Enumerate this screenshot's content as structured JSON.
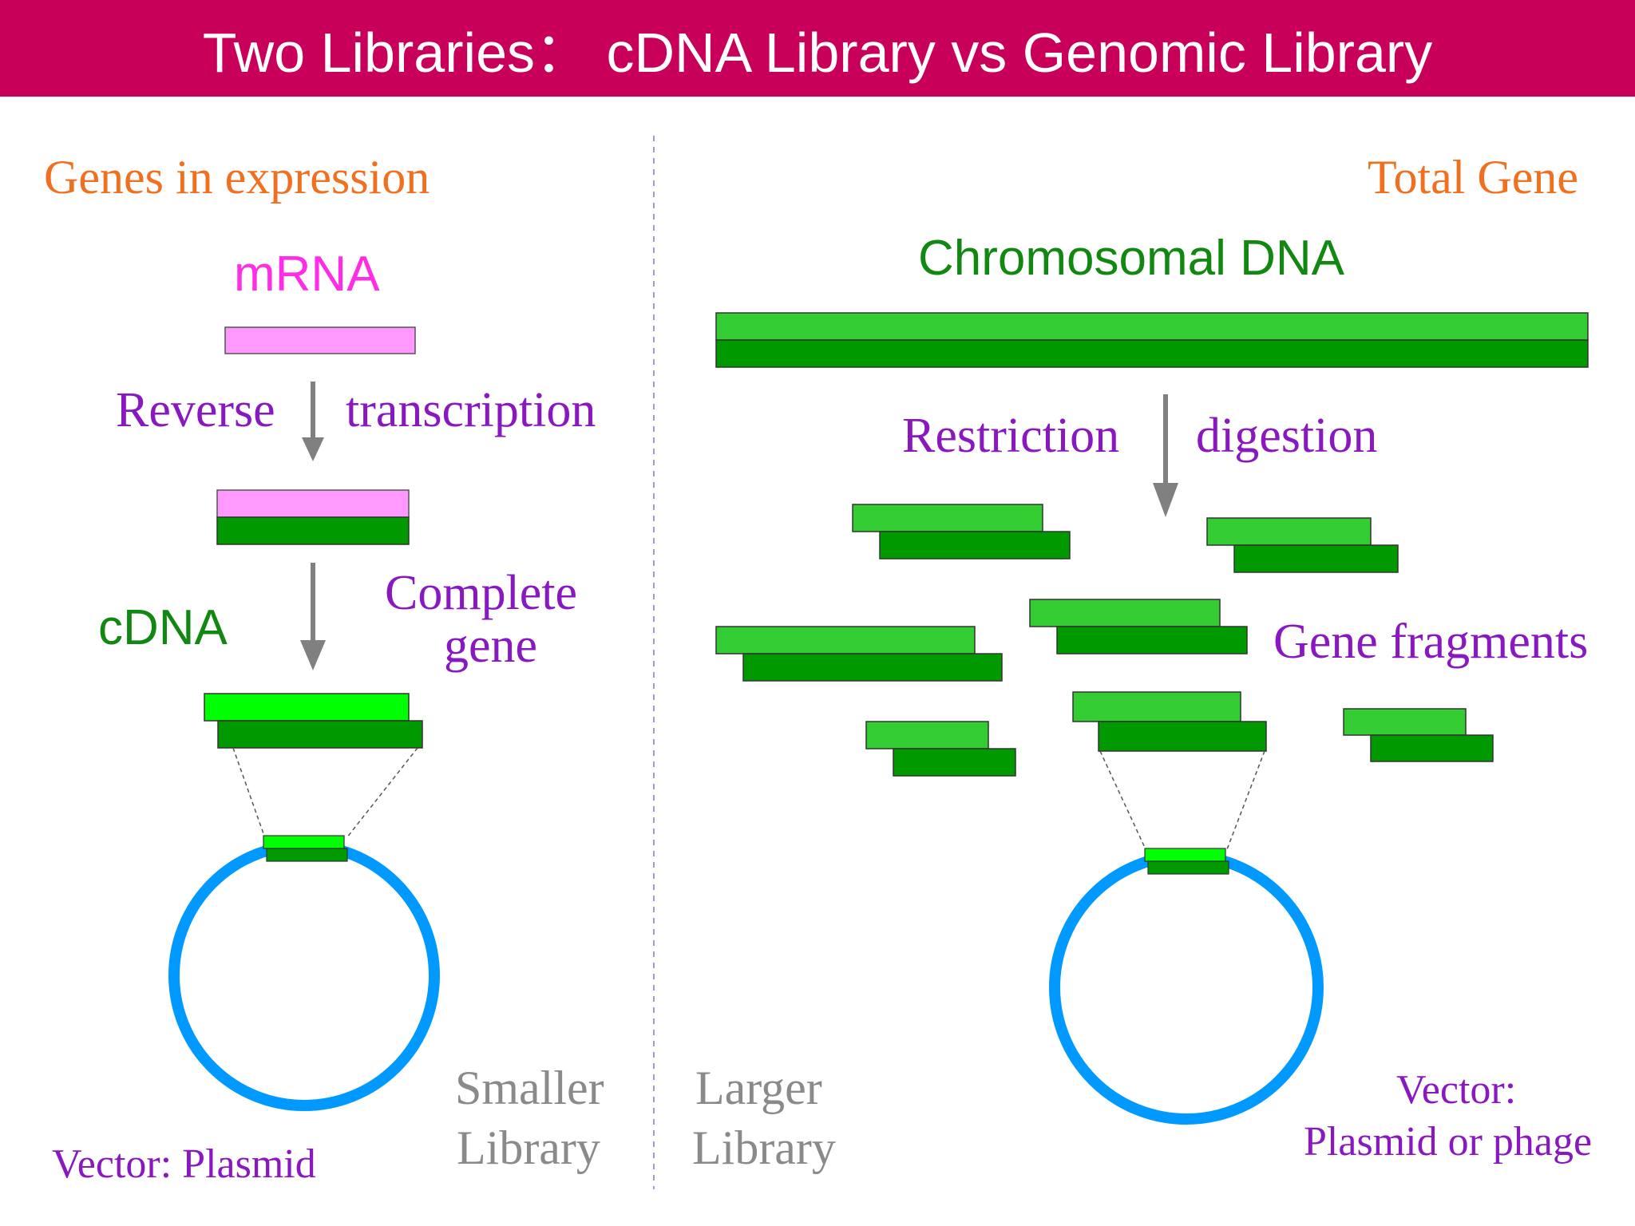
{
  "title": "Two Libraries： cDNA Library vs Genomic Library",
  "colors": {
    "title_bar": "#c8005a",
    "heading": "#f07020",
    "process_label": "#8a18c0",
    "mrna": "#ff2ee6",
    "mrna_strand": "#ff99ff",
    "dna_light": "#33cc33",
    "dna_dark": "#009900",
    "cdna_bright": "#00ff00",
    "cdna_text": "#118811",
    "vector": "#0099ff",
    "library_size": "#8a8a8a",
    "arrow": "#808080",
    "divider": "#9a9ad8"
  },
  "cdna_library": {
    "heading": "Genes in expression",
    "mrna_label": "mRNA",
    "step1_left": "Reverse",
    "step1_right": "transcription",
    "cdna_label": "cDNA",
    "step2_line1": "Complete",
    "step2_line2": "gene",
    "vector_label": "Vector: Plasmid",
    "size_line1": "Smaller",
    "size_line2": "Library"
  },
  "genomic_library": {
    "heading": "Total Gene",
    "dna_label": "Chromosomal DNA",
    "step1_left": "Restriction",
    "step1_right": "digestion",
    "fragments_label": "Gene fragments",
    "size_line1": "Larger",
    "size_line2": "Library",
    "vector_line1": "Vector:",
    "vector_line2": "Plasmid or phage"
  }
}
